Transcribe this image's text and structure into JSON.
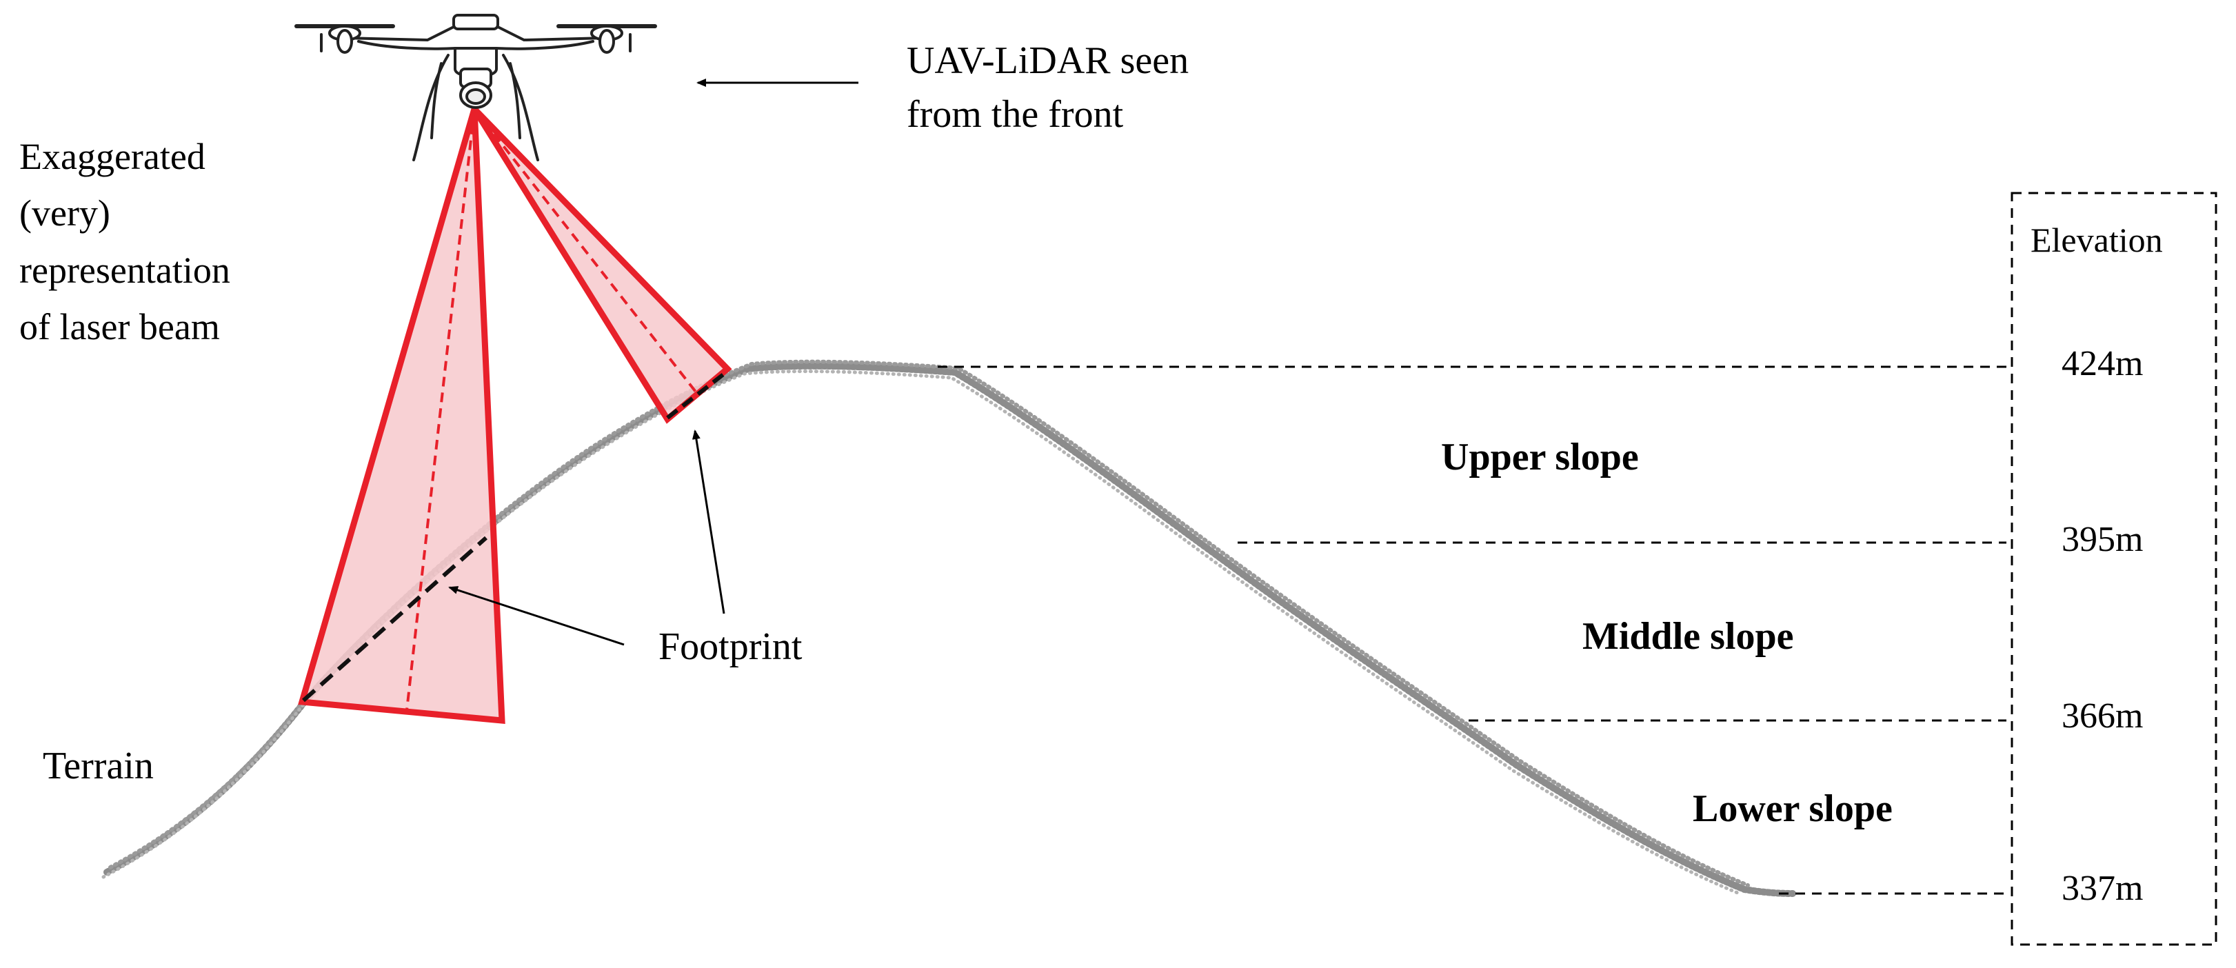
{
  "colors": {
    "beam": "#e8202a",
    "beam_fill": "#f7c9cc",
    "terrain": "#8c8c8c",
    "ink": "#000000"
  },
  "labels": {
    "uav_line1": "UAV-LiDAR seen",
    "uav_line2": "from the front",
    "beam_line1": "Exaggerated",
    "beam_line2": "(very)",
    "beam_line3": "representation",
    "beam_line4": "of laser beam",
    "footprint": "Footprint",
    "terrain": "Terrain"
  },
  "elevation": {
    "title": "Elevation",
    "levels": [
      "424m",
      "395m",
      "366m",
      "337m"
    ]
  },
  "slopes": {
    "upper": "Upper slope",
    "middle": "Middle slope",
    "lower": "Lower slope"
  }
}
